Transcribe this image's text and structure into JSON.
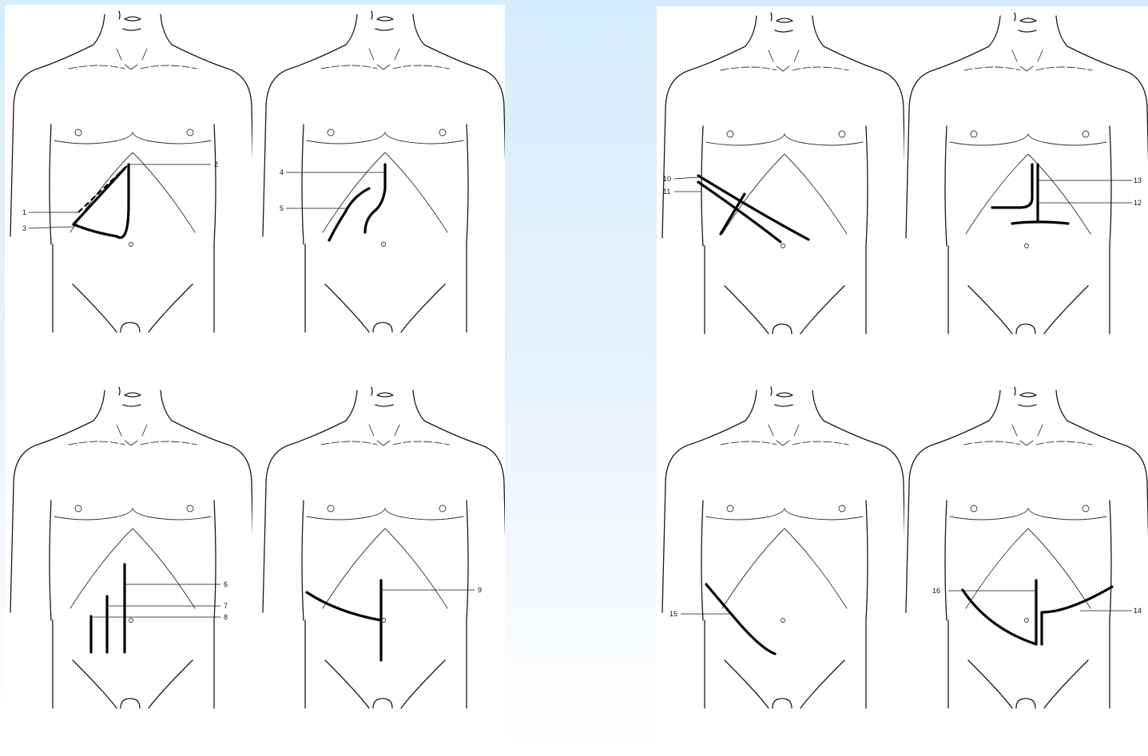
{
  "figures": [
    {
      "id": "top-left-1",
      "labels": [
        "1",
        "2",
        "3"
      ]
    },
    {
      "id": "top-left-2",
      "labels": [
        "4",
        "5"
      ]
    },
    {
      "id": "top-right-1",
      "labels": [
        "10",
        "11"
      ]
    },
    {
      "id": "top-right-2",
      "labels": [
        "13",
        "12"
      ]
    },
    {
      "id": "bottom-left-1",
      "labels": [
        "6",
        "7",
        "8"
      ]
    },
    {
      "id": "bottom-left-2",
      "labels": [
        "9"
      ]
    },
    {
      "id": "bottom-right-1",
      "labels": [
        "15"
      ]
    },
    {
      "id": "bottom-right-2",
      "labels": [
        "16",
        "14"
      ]
    }
  ]
}
